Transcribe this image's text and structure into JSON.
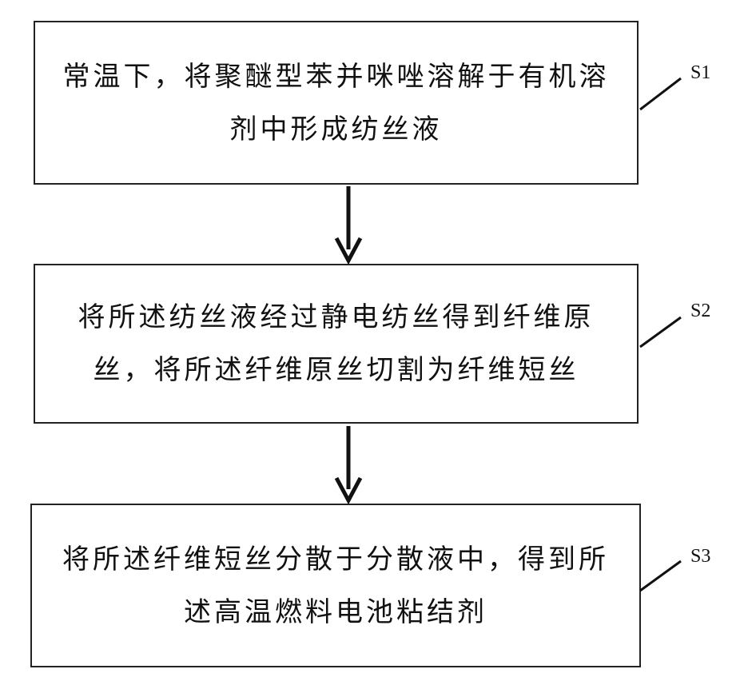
{
  "steps": [
    {
      "id": "S1",
      "line1": "常温下，将聚醚型苯并咪唑溶解于有机溶",
      "line2": "剂中形成纺丝液"
    },
    {
      "id": "S2",
      "line1": "将所述纺丝液经过静电纺丝得到纤维原",
      "line2": "丝，将所述纤维原丝切割为纤维短丝"
    },
    {
      "id": "S3",
      "line1": "将所述纤维短丝分散于分散液中，得到所",
      "line2": "述高温燃料电池粘结剂"
    }
  ]
}
